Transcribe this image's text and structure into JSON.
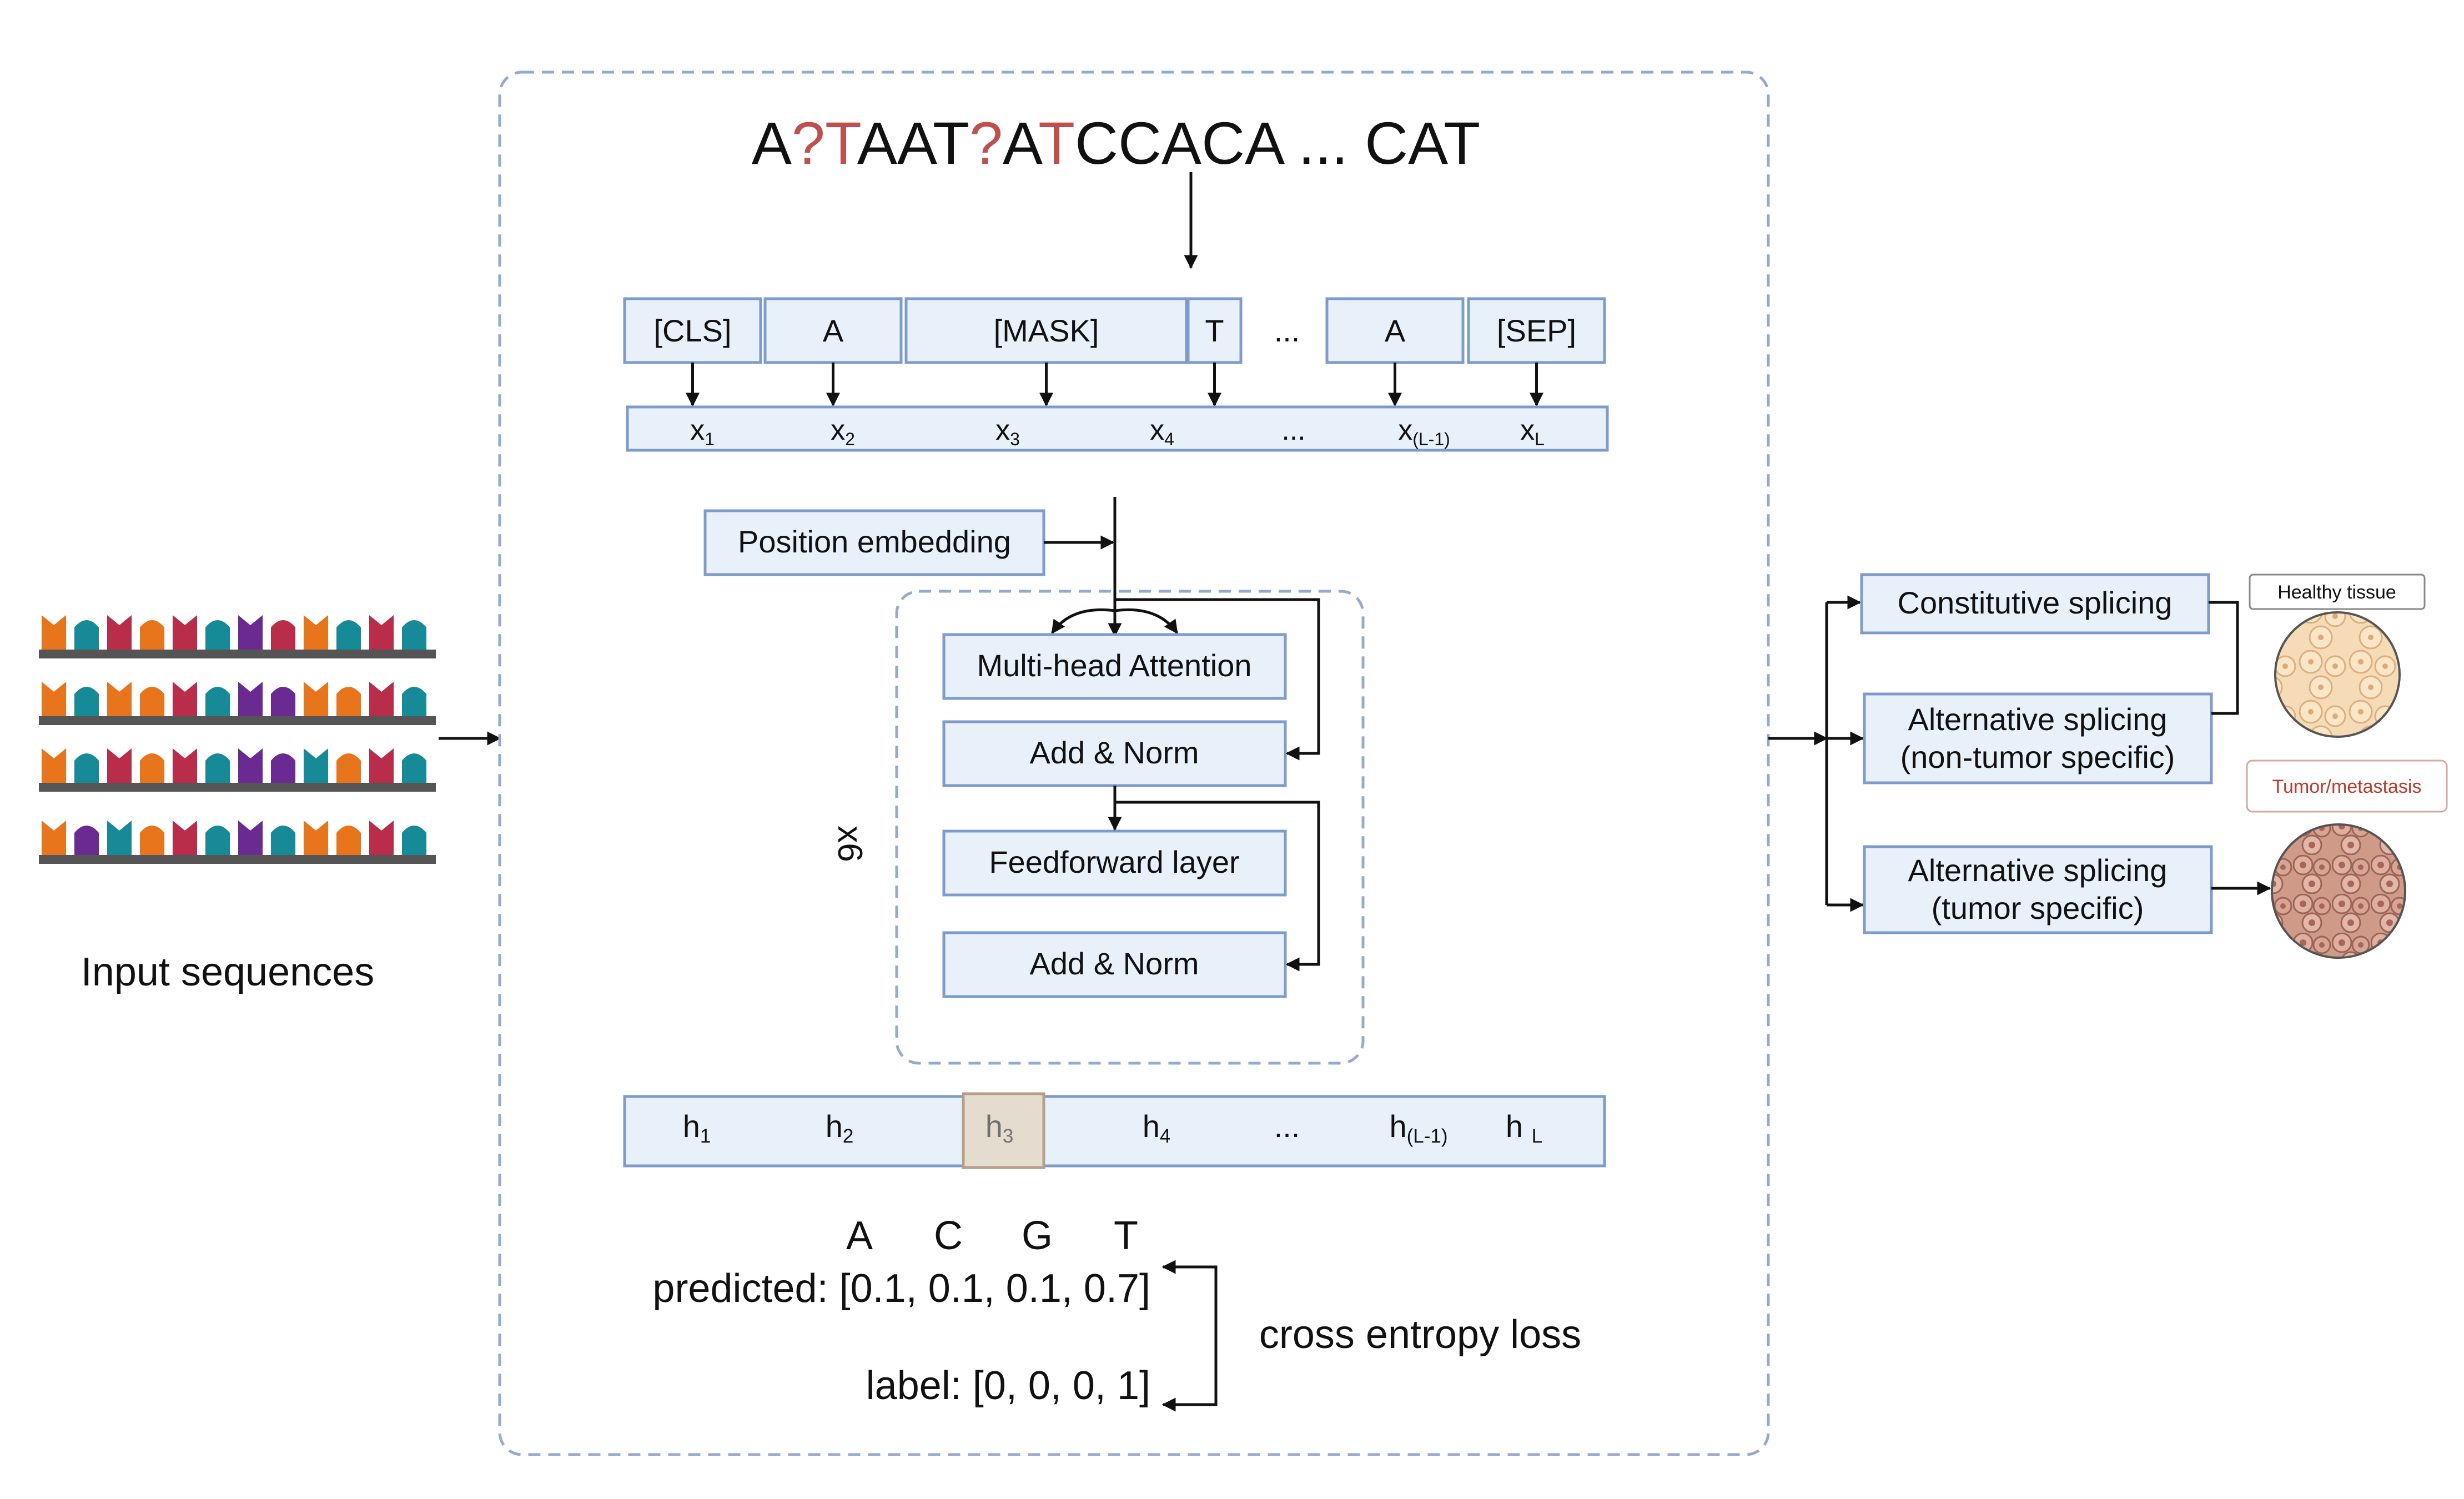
{
  "input": {
    "label": "Input sequences",
    "rows": [
      [
        "orange",
        "teal",
        "crimson",
        "orange",
        "crimson",
        "teal",
        "purple",
        "crimson",
        "orange",
        "teal",
        "crimson",
        "teal"
      ],
      [
        "orange",
        "teal",
        "orange",
        "orange",
        "crimson",
        "teal",
        "purple",
        "purple",
        "orange",
        "orange",
        "crimson",
        "teal"
      ],
      [
        "orange",
        "teal",
        "crimson",
        "orange",
        "crimson",
        "teal",
        "purple",
        "purple",
        "teal",
        "orange",
        "crimson",
        "teal"
      ],
      [
        "orange",
        "purple",
        "teal",
        "orange",
        "crimson",
        "teal",
        "purple",
        "teal",
        "orange",
        "orange",
        "crimson",
        "teal"
      ]
    ],
    "colors": {
      "orange": "#e8741c",
      "teal": "#168a96",
      "crimson": "#b92c4a",
      "purple": "#6a2a92",
      "rail": "#555555"
    }
  },
  "sequence": {
    "segments": [
      {
        "text": "A",
        "highlight": false
      },
      {
        "text": "?T",
        "highlight": true
      },
      {
        "text": "AAT",
        "highlight": false
      },
      {
        "text": "?",
        "highlight": true
      },
      {
        "text": "A",
        "highlight": false
      },
      {
        "text": "T",
        "highlight": true
      },
      {
        "text": "CCACA ... CAT",
        "highlight": false
      }
    ],
    "highlight_color": "#c0504d"
  },
  "tokens": [
    "[CLS]",
    "A",
    "[MASK]",
    "T",
    "...",
    "A",
    "[SEP]"
  ],
  "embeddings": [
    {
      "base": "x",
      "sub": "1"
    },
    {
      "base": "x",
      "sub": "2"
    },
    {
      "base": "x",
      "sub": "3"
    },
    {
      "base": "x",
      "sub": "4"
    },
    {
      "base": "...",
      "sub": ""
    },
    {
      "base": "x",
      "sub": "(L-1)"
    },
    {
      "base": "x",
      "sub": "L"
    }
  ],
  "position_embedding": "Position embedding",
  "encoder": {
    "repeat": "x6",
    "layers": [
      "Multi-head Attention",
      "Add & Norm",
      "Feedforward layer",
      "Add & Norm"
    ]
  },
  "hidden": [
    {
      "base": "h",
      "sub": "1",
      "highlight": false
    },
    {
      "base": "h",
      "sub": "2",
      "highlight": false
    },
    {
      "base": "h",
      "sub": "3",
      "highlight": true
    },
    {
      "base": "h",
      "sub": "4",
      "highlight": false
    },
    {
      "base": "...",
      "sub": "",
      "highlight": false
    },
    {
      "base": "h",
      "sub": "(L-1)",
      "highlight": false
    },
    {
      "base": "h ",
      "sub": "L",
      "highlight": false
    }
  ],
  "prediction": {
    "bases": [
      "A",
      "C",
      "G",
      "T"
    ],
    "predicted": "predicted: [0.1, 0.1, 0.1, 0.7]",
    "label": "label: [0, 0, 0, 1]",
    "loss": "cross entropy loss"
  },
  "outputs": {
    "splicing": [
      "Constitutive splicing",
      "Alternative splicing\n(non-tumor specific)",
      "Alternative splicing\n(tumor specific)"
    ],
    "healthy": "Healthy tissue",
    "tumor": "Tumor/metastasis",
    "tumor_color": "#c0392b"
  }
}
